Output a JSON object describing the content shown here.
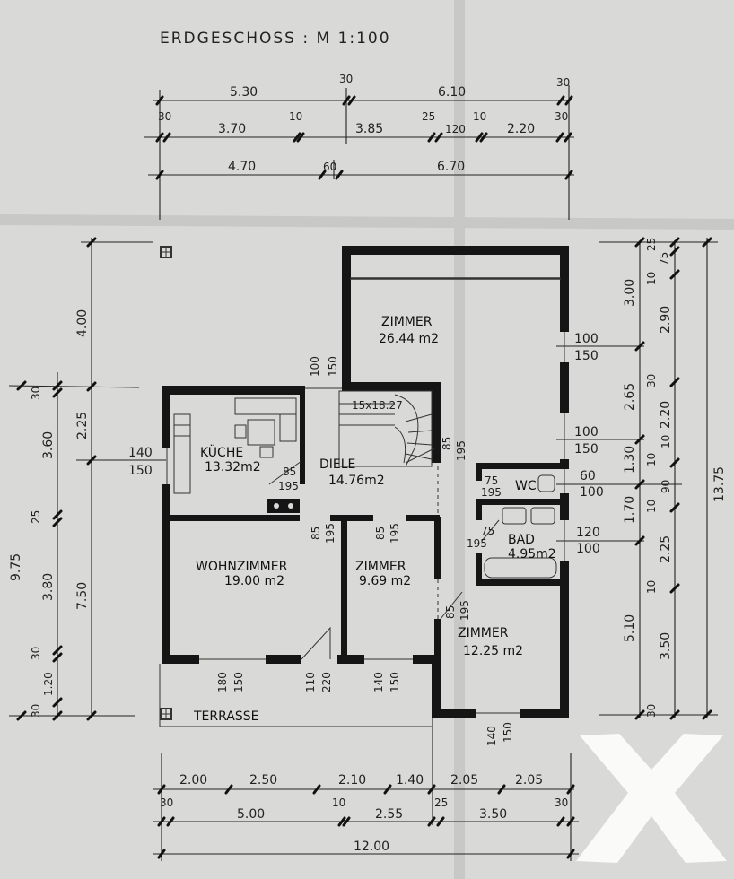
{
  "title": "ERDGESCHOSS : M 1:100",
  "colors": {
    "wall": "#151515",
    "paper": "#d9d9d7",
    "ink": "#222222",
    "logo": "#ffffff"
  },
  "logo": {
    "icon": "raiffeisen-gable-cross-icon"
  },
  "dimensions": {
    "top_row1": [
      "5.30",
      "30",
      "6.10",
      "30"
    ],
    "top_row2": [
      "30",
      "3.70",
      "10",
      "3.85",
      "25",
      "120",
      "10",
      "2.20",
      "30"
    ],
    "top_row3": [
      "4.70",
      "60",
      "6.70"
    ],
    "left_outer": [
      "9.75",
      "30",
      "3.60",
      "25",
      "3.80",
      "30",
      "1.20",
      "30"
    ],
    "left_inner": [
      "4.00",
      "2.25",
      "7.50"
    ],
    "left_window": [
      "140",
      "150"
    ],
    "right_inner": [
      "3.00",
      "2.90",
      "2.65",
      "2.20",
      "1.30",
      "90",
      "1.70",
      "2.25",
      "5.10",
      "3.50"
    ],
    "right_small": [
      "25",
      "75",
      "10",
      "30",
      "10",
      "10",
      "10",
      "10",
      "30"
    ],
    "right_outer": [
      "13.75"
    ],
    "right_windows": [
      "100",
      "150",
      "100",
      "150",
      "60",
      "100",
      "120",
      "100"
    ],
    "bottom_row1": [
      "2.00",
      "2.50",
      "2.10",
      "1.40",
      "2.05",
      "2.05"
    ],
    "bottom_row2": [
      "30",
      "5.00",
      "10",
      "2.55",
      "25",
      "3.50",
      "30"
    ],
    "bottom_row3": [
      "12.00"
    ],
    "openings": [
      "100",
      "150",
      "15x18.27",
      "85",
      "195",
      "85",
      "195",
      "75",
      "195",
      "85",
      "195",
      "85",
      "195",
      "75",
      "195",
      "85",
      "195",
      "180",
      "150",
      "110",
      "220",
      "140",
      "150",
      "140",
      "150"
    ]
  },
  "rooms": [
    {
      "name": "ZIMMER",
      "area": "26.44 m2"
    },
    {
      "name": "KÜCHE",
      "area": "13.32m2"
    },
    {
      "name": "DIELE",
      "area": "14.76m2"
    },
    {
      "name": "WC",
      "area": ""
    },
    {
      "name": "BAD",
      "area": "4.95m2"
    },
    {
      "name": "WOHNZIMMER",
      "area": "19.00 m2"
    },
    {
      "name": "ZIMMER",
      "area": "9.69 m2"
    },
    {
      "name": "ZIMMER",
      "area": "12.25 m2"
    }
  ],
  "terrace": "TERRASSE"
}
